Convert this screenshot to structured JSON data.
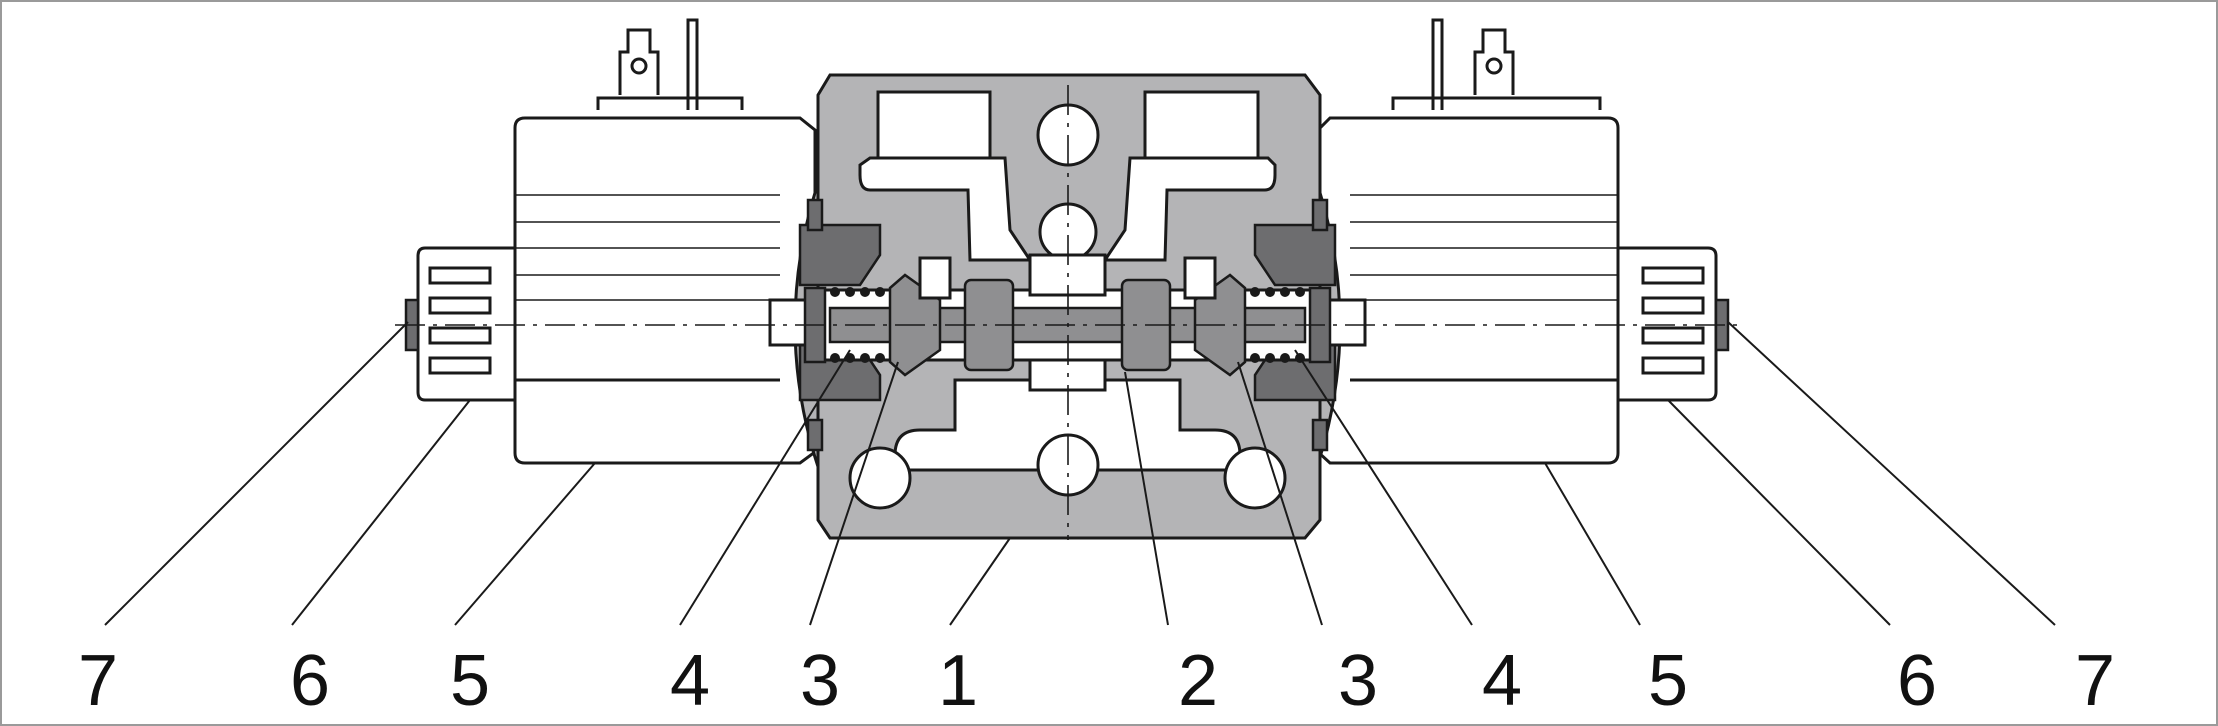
{
  "colors": {
    "background": "#ffffff",
    "line": "#1a1a1a",
    "housing_gray": "#b4b4b6",
    "dark_gray": "#6d6d6f",
    "spool_gray": "#8f8f91"
  },
  "callouts": [
    {
      "id": "c1",
      "label": "7"
    },
    {
      "id": "c2",
      "label": "6"
    },
    {
      "id": "c3",
      "label": "5"
    },
    {
      "id": "c4",
      "label": "4"
    },
    {
      "id": "c5",
      "label": "3"
    },
    {
      "id": "c6",
      "label": "1"
    },
    {
      "id": "c7",
      "label": "2"
    },
    {
      "id": "c8",
      "label": "3"
    },
    {
      "id": "c9",
      "label": "4"
    },
    {
      "id": "c10",
      "label": "5"
    },
    {
      "id": "c11",
      "label": "6"
    },
    {
      "id": "c12",
      "label": "7"
    }
  ]
}
